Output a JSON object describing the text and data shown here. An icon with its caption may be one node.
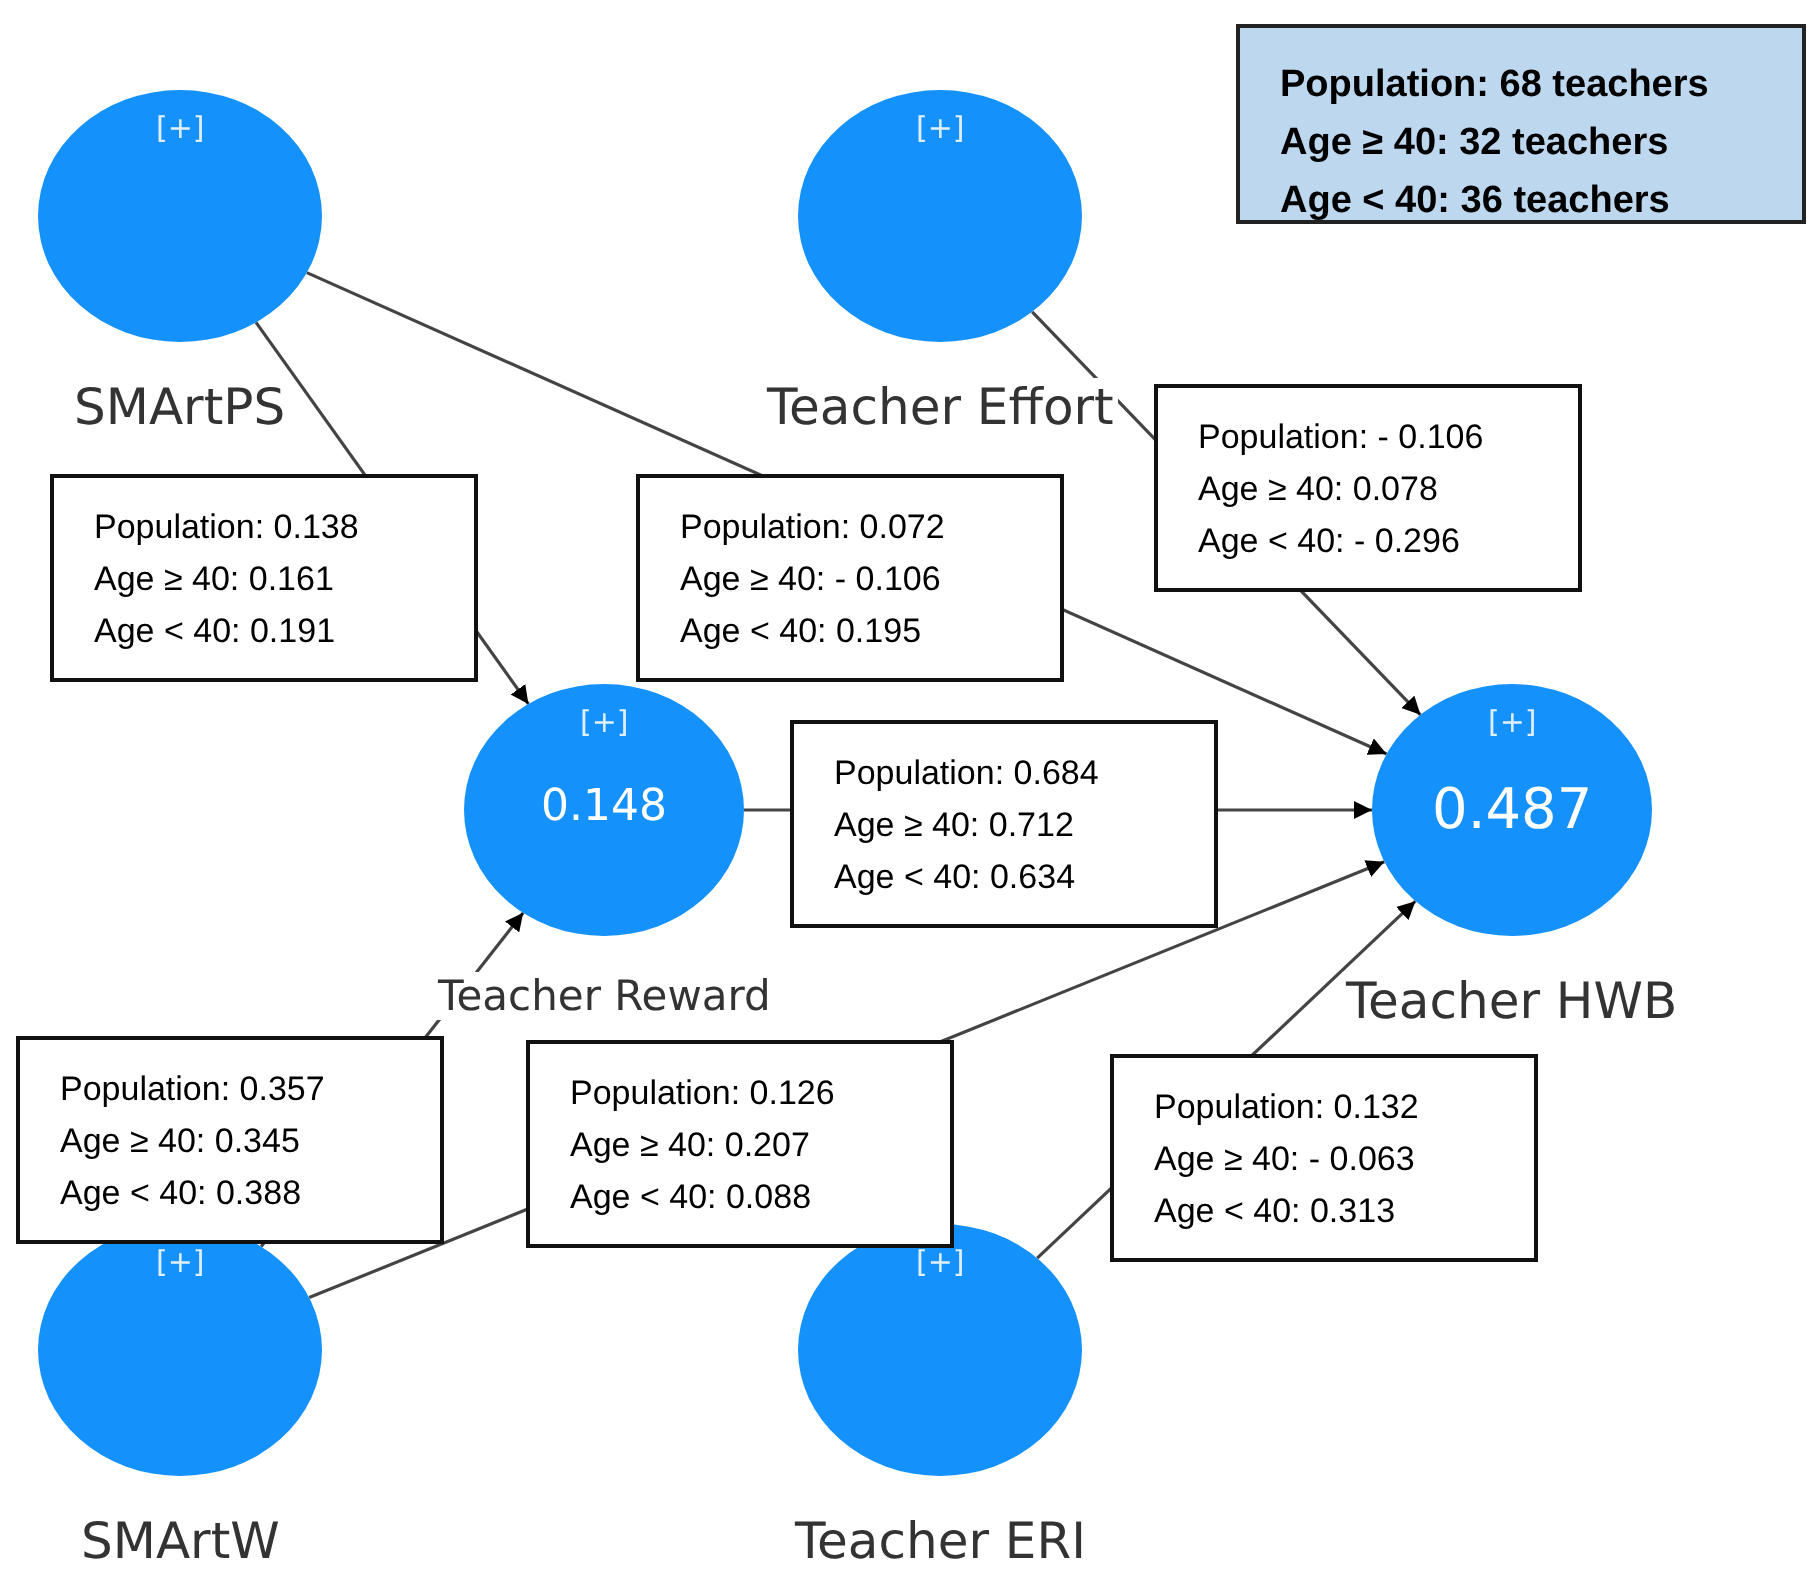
{
  "diagram": {
    "nodes": [
      {
        "text": [
          "[+]",
          "SMArtPS"
        ]
      },
      {
        "text": [
          "[+]",
          "Teacher Effort"
        ]
      },
      {
        "text": [
          "[+]",
          "0.148",
          "Teacher Reward"
        ]
      },
      {
        "text": [
          "[+]",
          "0.487",
          "Teacher HWB"
        ]
      },
      {
        "text": [
          "[+]",
          "SMArtW"
        ]
      },
      {
        "text": [
          "[+]",
          "Teacher ERI"
        ]
      }
    ],
    "edges": [
      {
        "from": 0,
        "to": 2,
        "arrow": "to",
        "label": "Population: 0.138 Age ≥ 40: 0.161 Age < 40: 0.191"
      },
      {
        "from": 0,
        "to": 3,
        "arrow": "to",
        "label": "Population: 0.072 Age ≥ 40: - 0.106 Age < 40: 0.195"
      },
      {
        "from": 1,
        "to": 3,
        "arrow": "to",
        "label": "Population: - 0.106 Age ≥ 40: 0.078 Age < 40: - 0.296"
      },
      {
        "from": 2,
        "to": 3,
        "arrow": "to",
        "label": "Population: 0.684 Age ≥ 40: 0.712 Age < 40: 0.634"
      },
      {
        "from": 4,
        "to": 2,
        "arrow": "to",
        "label": "Population: 0.357 Age ≥ 40: 0.345 Age < 40: 0.388"
      },
      {
        "from": 4,
        "to": 3,
        "arrow": "to",
        "label": "Population: 0.126 Age ≥ 40: 0.207 Age < 40: 0.088"
      },
      {
        "from": 5,
        "to": 3,
        "arrow": "to",
        "label": "Population: 0.132 Age ≥ 40: - 0.063 Age < 40: 0.313"
      }
    ],
    "labels": [
      "Population: 68 teachers",
      "Age ≥ 40: 32 teachers",
      "Age < 40: 36 teachers"
    ]
  }
}
